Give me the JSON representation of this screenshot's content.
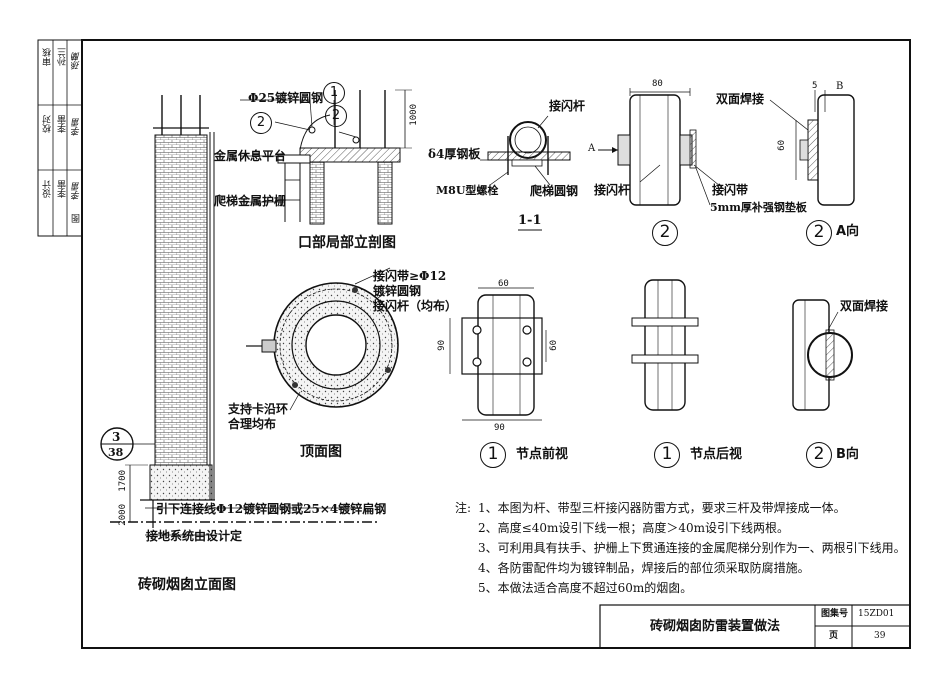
{
  "sheet": {
    "main_title": "砖砌烟囱防雷装置做法",
    "atlas_label": "图集号",
    "atlas_number": "15ZD01",
    "page_label": "页",
    "page_number": "39"
  },
  "side_block": {
    "labels": [
      "审核",
      "校对",
      "设计",
      "图"
    ],
    "names": [
      "孙兰",
      "李雷",
      "李雷"
    ],
    "signatures": [
      "孫蘭",
      "李雷",
      "李雷"
    ]
  },
  "captions": {
    "elevation": "砖砌烟囱立面图",
    "section_top": "口部局部立剖图",
    "section_11": "1-1",
    "plan": "顶面图",
    "node1_front": "节点前视",
    "node1_back": "节点后视",
    "node2_b": "B向",
    "node2_a": "A向"
  },
  "detail_marks": {
    "one": "1",
    "two": "2",
    "ref_top": "3",
    "ref_bottom": "38"
  },
  "labels": {
    "round_steel_25": "Φ25镀锌圆钢",
    "rest_platform": "金属休息平台",
    "ladder_guard": "爬梯金属护栅",
    "steel_plate": "δ4厚钢板",
    "m8u_bolt": "M8U型螺栓",
    "air_rod": "接闪杆",
    "air_rod_2": "接闪杆",
    "ladder_round_steel": "爬梯圆钢",
    "double_weld": "双面焊接",
    "double_weld_2": "双面焊接",
    "air_band": "接闪带",
    "pad_plate": "5mm厚补强钢垫板",
    "arrow_a": "A",
    "arrow_b": "B",
    "band_line1": "接闪带≥Φ12",
    "band_line2": "镀锌圆钢",
    "band_line3": "接闪杆（均布）",
    "support_line1": "支持卡沿环",
    "support_line2": "合理均布",
    "down_conductor": "引下连接线Φ12镀锌圆钢或25×4镀锌扁钢",
    "grounding": "接地系统由设计定"
  },
  "dimensions": {
    "d1000": "1000",
    "d80": "80",
    "d5": "5",
    "d60_side": "60",
    "d60_top": "60",
    "d90_left": "90",
    "d60_right": "60",
    "d90_bottom": "90",
    "d1700": "1700",
    "d2000": "2000"
  },
  "notes": {
    "prefix": "注:",
    "items": [
      "1、本图为杆、带型三杆接闪器防雷方式，要求三杆及带焊接成一体。",
      "2、高度≤40m设引下线一根；高度＞40m设引下线两根。",
      "3、可利用具有扶手、护栅上下贯通连接的金属爬梯分别作为一、两根引下线用。",
      "4、各防雷配件均为镀锌制品，焊接后的部位须采取防腐措施。",
      "5、本做法适合高度不超过60m的烟囱。"
    ]
  }
}
